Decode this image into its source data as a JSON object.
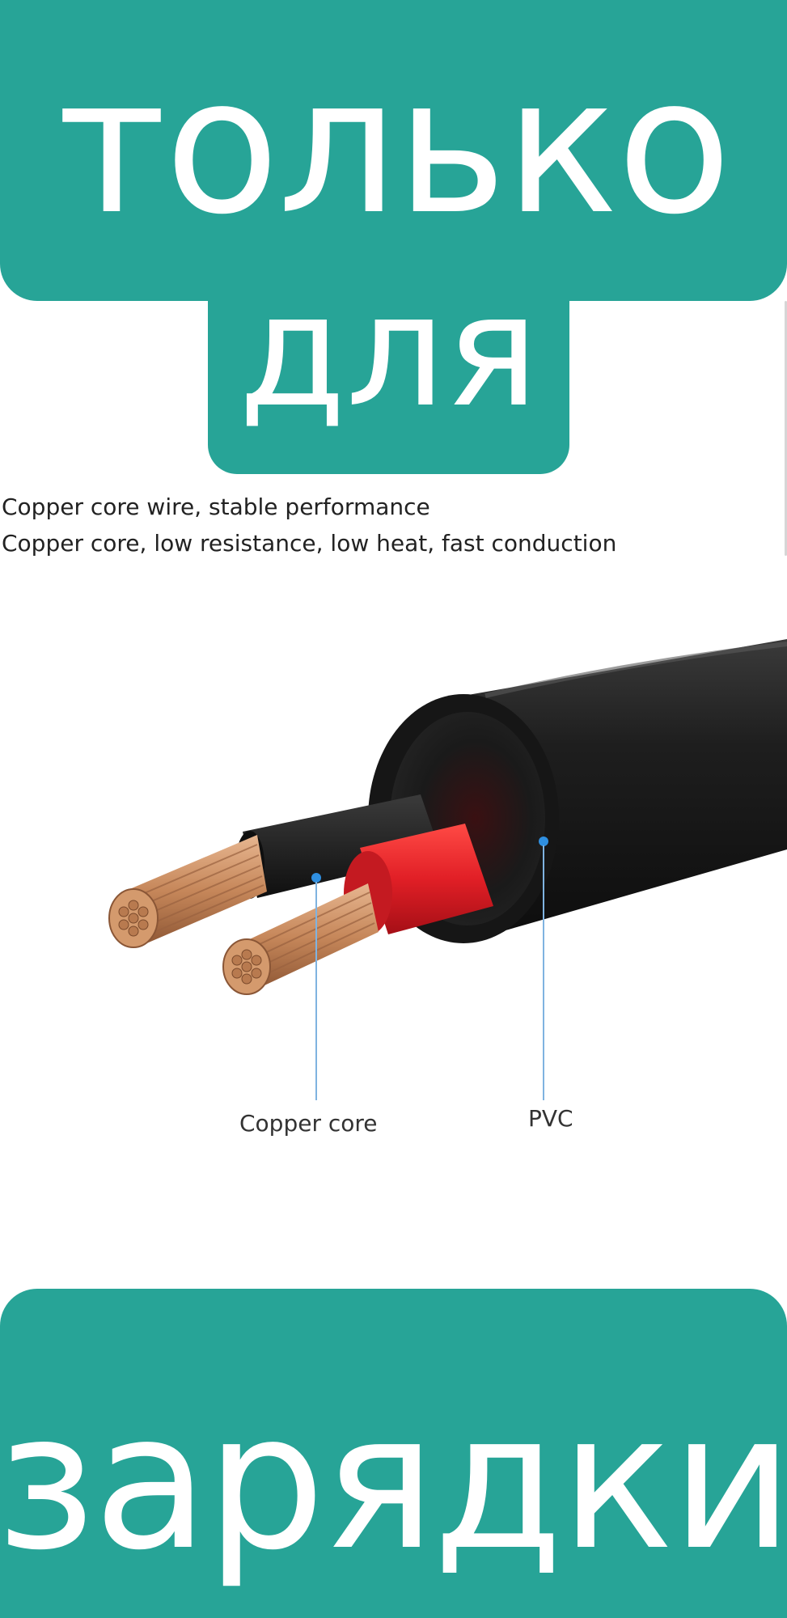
{
  "banners": {
    "top": "только",
    "middle": "для",
    "bottom": "зарядки"
  },
  "description": {
    "line1": "Copper core wire, stable performance",
    "line2": "Copper core, low resistance, low heat, fast conduction"
  },
  "callouts": {
    "copper_core": "Copper core",
    "pvc": "PVC"
  },
  "colors": {
    "banner": "#27a497",
    "banner_text": "#ffffff",
    "jacket": "#1c1c1c",
    "red_insulation": "#e8262b",
    "copper": "#c98a5a",
    "callout_dot": "#2f8fe0"
  },
  "icons": {
    "cable": "cable-cross-section-illustration"
  }
}
